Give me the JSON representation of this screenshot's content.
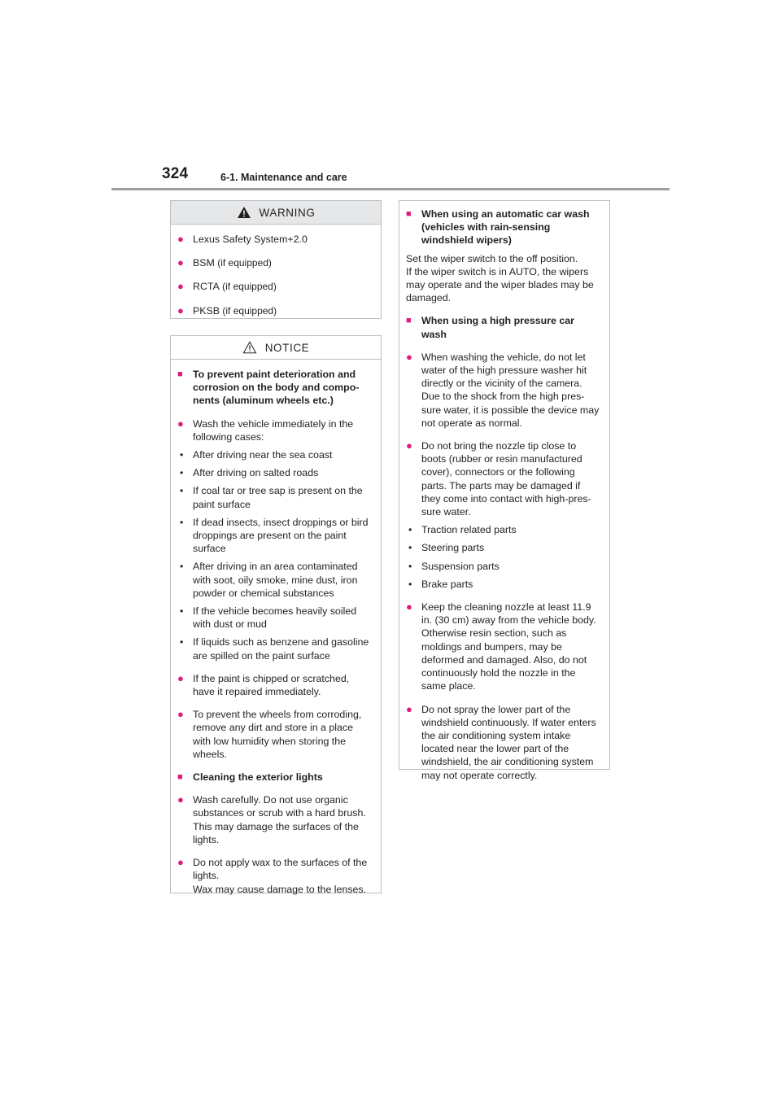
{
  "header": {
    "page_number": "324",
    "section": "6-1. Maintenance and care"
  },
  "warning": {
    "title": "WARNING",
    "items": [
      {
        "main": "Lexus Safety System+2.0",
        "note": ""
      },
      {
        "main": "BSM",
        "note": " (if equipped)"
      },
      {
        "main": "RCTA",
        "note": " (if equipped)"
      },
      {
        "main": "PKSB",
        "note": " (if equipped)"
      }
    ]
  },
  "notice": {
    "title": "NOTICE",
    "paint_heading": "To prevent paint deterioration and corrosion on the body and compo-nents (aluminum wheels etc.)",
    "wash_intro": "Wash the vehicle immediately in the following cases:",
    "wash_cases": [
      "After driving near the sea coast",
      "After driving on salted roads",
      "If coal tar or tree sap is present on the paint surface",
      "If dead insects, insect droppings or bird droppings are present on the paint surface",
      "After driving in an area contaminated with soot, oily smoke, mine dust, iron powder or chemical substances",
      "If the vehicle becomes heavily soiled with dust or mud",
      "If liquids such as benzene and gasoline are spilled on the paint surface"
    ],
    "chipped": "If the paint is chipped or scratched, have it repaired immediately.",
    "wheels": "To prevent the wheels from corroding, remove any dirt and store in a place with low humidity when storing the wheels.",
    "lights_heading": "Cleaning the exterior lights",
    "lights_wash": "Wash carefully. Do not use organic substances or scrub with a hard brush. This may damage the surfaces of the lights.",
    "lights_wax_1": "Do not apply wax to the surfaces of the lights.",
    "lights_wax_2": "Wax may cause damage to the lenses."
  },
  "right": {
    "auto_heading": "When using an automatic car wash (vehicles with rain-sensing windshield wipers)",
    "auto_text_1": "Set the wiper switch to the off position.",
    "auto_text_2": "If the wiper switch is in AUTO, the wipers may operate and the wiper blades may be damaged.",
    "hp_heading": "When using a high pressure car wash",
    "hp_camera": "When washing the vehicle, do not let water of the high pressure washer hit directly or the vicinity of the camera. Due to the shock from the high pres-sure water, it is possible the device may not operate as normal.",
    "hp_nozzle": "Do not bring the nozzle tip close to boots (rubber or resin manufactured cover), connectors or the following parts. The parts may be damaged if they come into contact with high-pres-sure water.",
    "hp_parts": [
      "Traction related parts",
      "Steering parts",
      "Suspension parts",
      "Brake parts"
    ],
    "hp_distance": "Keep the cleaning nozzle at least 11.9 in. (30 cm) away from the vehicle body. Otherwise resin section, such as moldings and bumpers, may be deformed and damaged. Also, do not continuously hold the nozzle in the same place.",
    "hp_windshield": "Do not spray the lower part of the windshield continuously. If water enters the air conditioning system intake located near the lower part of the windshield, the air conditioning system may not operate correctly."
  },
  "colors": {
    "accent": "#e0197d",
    "rule": "#9d9fa2",
    "warning_header_bg": "#e6e7e8"
  }
}
